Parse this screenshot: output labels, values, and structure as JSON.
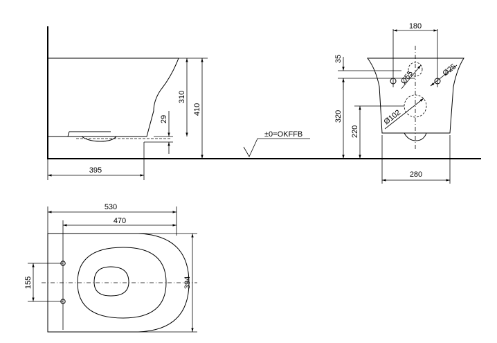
{
  "dims": {
    "side_total_height": "410",
    "side_rim_height": "310",
    "side_outlet_height": "29",
    "side_depth": "395",
    "datum_label": "±0=OKFFB",
    "front_bolt_spacing": "180",
    "front_top_offset": "35",
    "front_bolt_diameter": "Ø25",
    "front_inlet_diameter": "Ø55",
    "front_inlet_height": "320",
    "front_outlet_height": "220",
    "front_outlet_diameter": "Ø102",
    "front_width": "280",
    "plan_length": "530",
    "plan_length_inner": "470",
    "plan_bolt_spacing": "155",
    "plan_width": "394"
  }
}
